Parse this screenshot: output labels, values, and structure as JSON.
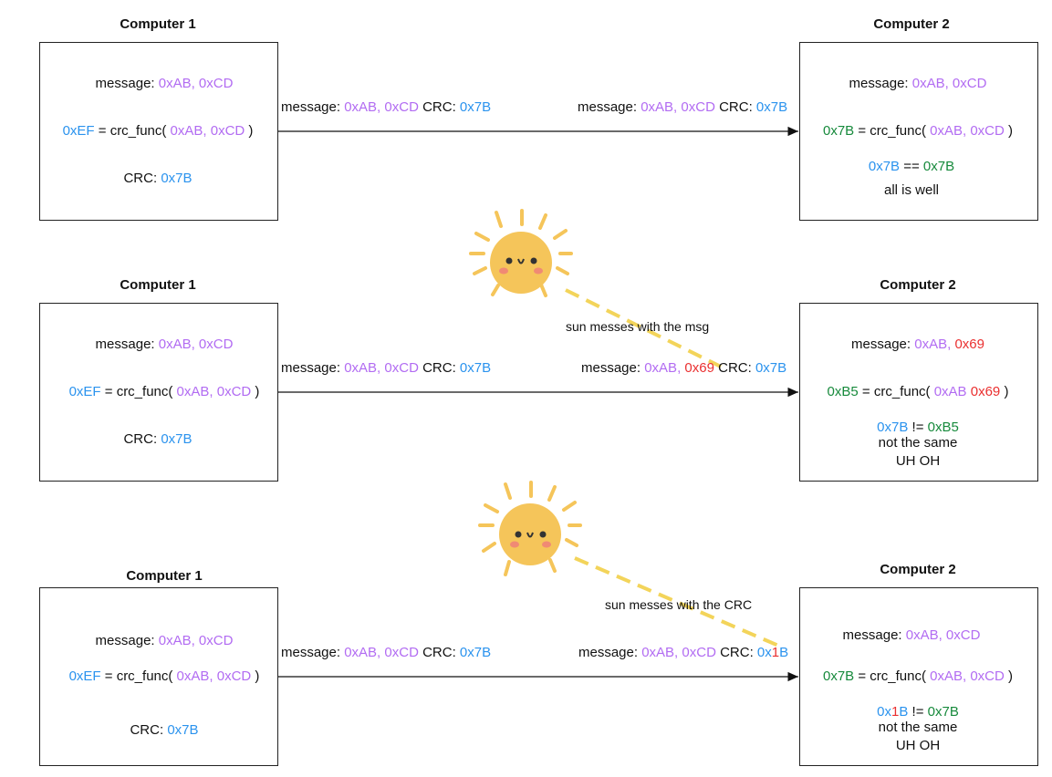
{
  "colors": {
    "purple": "#b26cf2",
    "blue": "#2b93ee",
    "green": "#178a3c",
    "red": "#ea3030"
  },
  "common": {
    "computer1": "Computer 1",
    "computer2": "Computer 2",
    "message_key": "message: ",
    "crc_key": "CRC: ",
    "crc_func_open": " = crc_func( ",
    "crc_func_close": " )",
    "msg_pair": "0xAB, 0xCD",
    "crc_val": "0x7B",
    "ef_val": "0xEF",
    "eq_op": " == ",
    "neq_op": " != ",
    "comma_space": ", ",
    "space": " ",
    "icon": "sun-icon"
  },
  "row1": {
    "c2_result": "all is well"
  },
  "row2": {
    "corrupt_byte": "0x69",
    "b5": "0xB5",
    "a_byte": "0xAB",
    "not_same": "not the same",
    "uh_oh": "UH OH",
    "annotation": "sun messes with the msg"
  },
  "row3": {
    "crc_prefix": "0x",
    "crc_corrupt_digit": "1",
    "crc_suffix": "B",
    "not_same": "not the same",
    "uh_oh": "UH OH",
    "annotation": "sun messes with the CRC"
  }
}
